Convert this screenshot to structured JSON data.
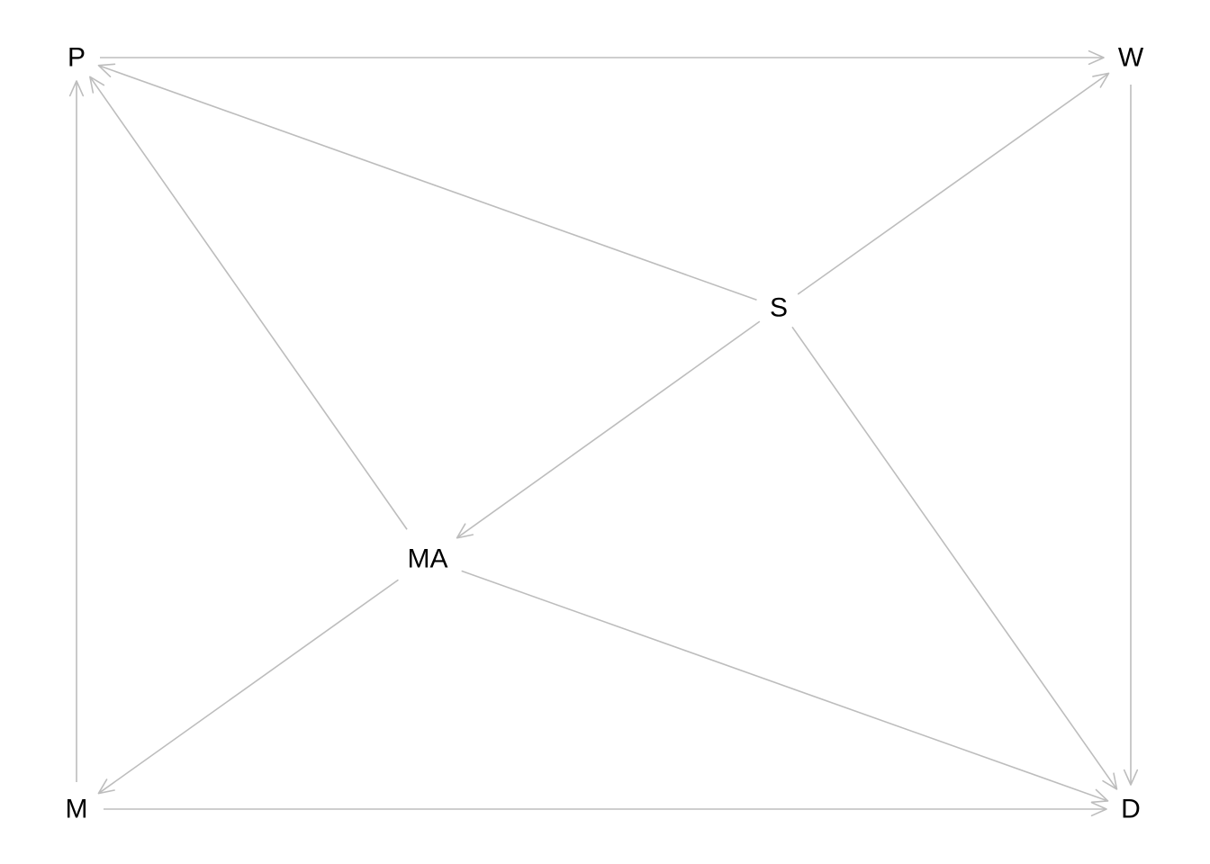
{
  "diagram": {
    "type": "directed-acyclic-graph",
    "edge_color": "#bdbdbd",
    "label_color": "#000000",
    "nodes": [
      {
        "id": "P",
        "label": "P"
      },
      {
        "id": "W",
        "label": "W"
      },
      {
        "id": "S",
        "label": "S"
      },
      {
        "id": "MA",
        "label": "MA"
      },
      {
        "id": "M",
        "label": "M"
      },
      {
        "id": "D",
        "label": "D"
      }
    ],
    "edges": [
      {
        "from": "P",
        "to": "W"
      },
      {
        "from": "S",
        "to": "P"
      },
      {
        "from": "MA",
        "to": "P"
      },
      {
        "from": "M",
        "to": "P"
      },
      {
        "from": "S",
        "to": "W"
      },
      {
        "from": "W",
        "to": "D"
      },
      {
        "from": "S",
        "to": "MA"
      },
      {
        "from": "S",
        "to": "D"
      },
      {
        "from": "MA",
        "to": "M"
      },
      {
        "from": "MA",
        "to": "D"
      },
      {
        "from": "M",
        "to": "D"
      }
    ]
  }
}
